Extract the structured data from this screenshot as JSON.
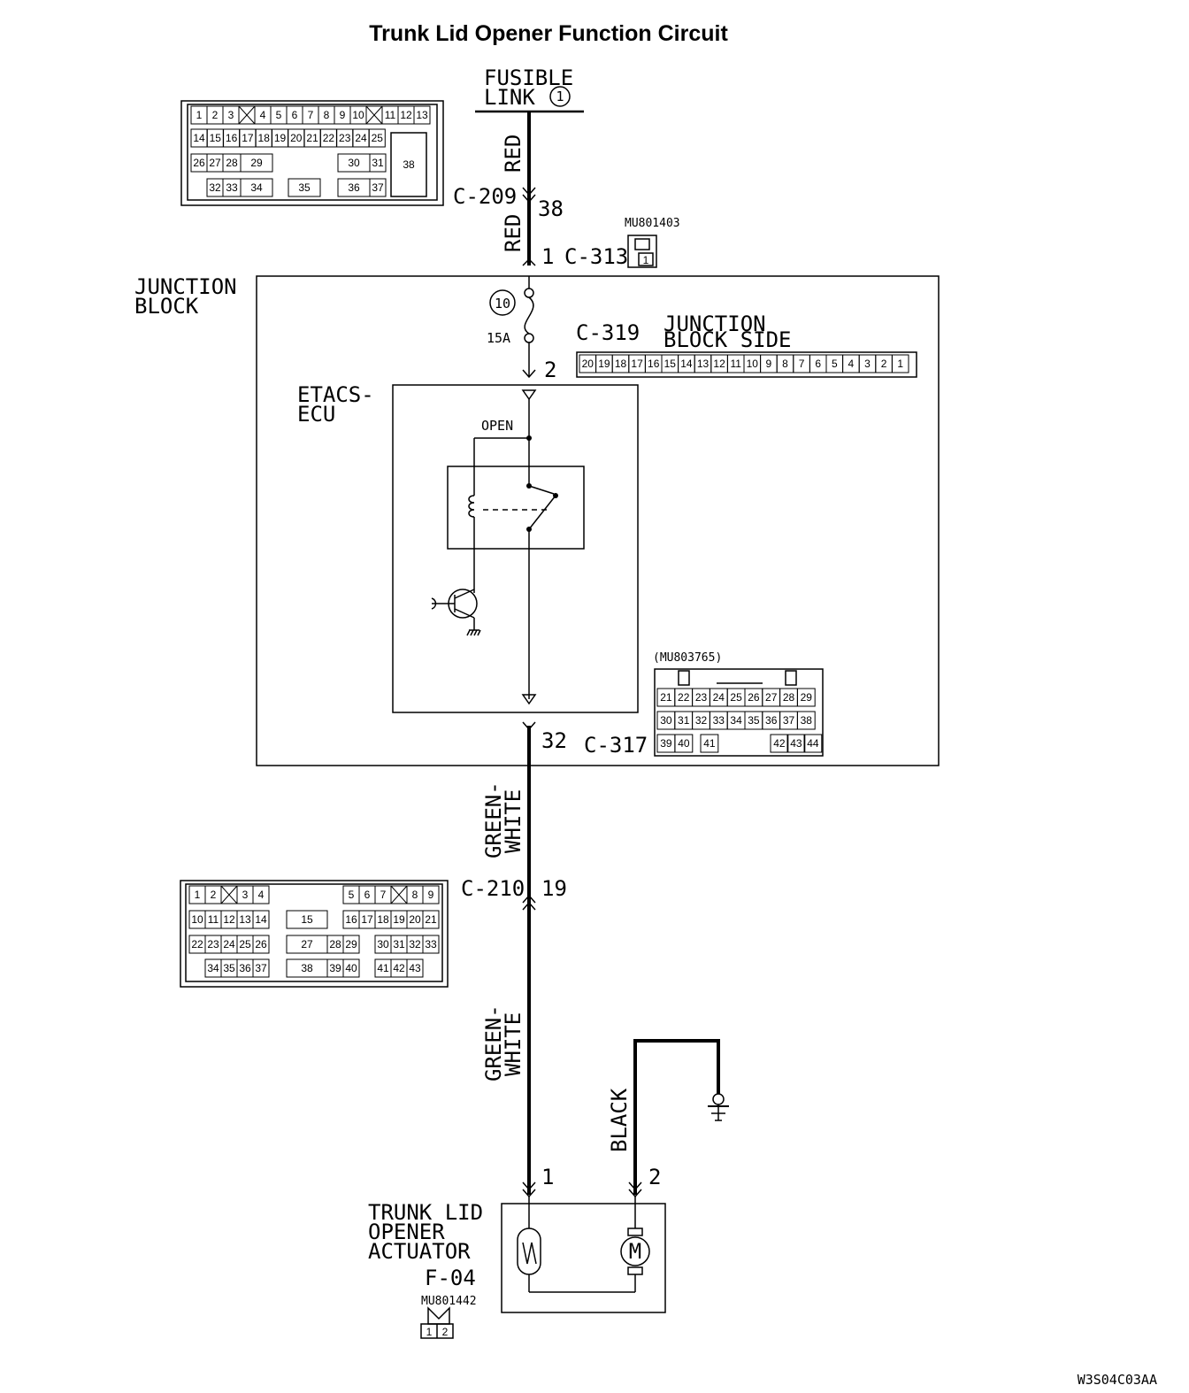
{
  "title": "Trunk Lid Opener Function Circuit",
  "fusible_link": {
    "line1": "FUSIBLE",
    "line2": "LINK",
    "number": "1"
  },
  "wires": {
    "red_upper": "RED",
    "red_lower": "RED",
    "green_upper_1": "GREEN-",
    "green_upper_2": "WHITE",
    "green_lower_1": "GREEN-",
    "green_lower_2": "WHITE",
    "black": "BLACK"
  },
  "connectors": {
    "c209": {
      "name": "C-209",
      "pin": "38"
    },
    "c313": {
      "name": "C-313",
      "pin": "1",
      "part": "MU801403",
      "pins": [
        "1"
      ]
    },
    "c319": {
      "name": "C-319",
      "side_1": "JUNCTION",
      "side_2": "BLOCK SIDE",
      "pin": "2",
      "pins": [
        "20",
        "19",
        "18",
        "17",
        "16",
        "15",
        "14",
        "13",
        "12",
        "11",
        "10",
        "9",
        "8",
        "7",
        "6",
        "5",
        "4",
        "3",
        "2",
        "1"
      ]
    },
    "c317": {
      "name": "C-317",
      "pin": "32",
      "part": "(MU803765)"
    },
    "c210": {
      "name": "C-210",
      "pin": "19"
    },
    "f04": {
      "name": "F-04",
      "part": "MU801442",
      "pin1": "1",
      "pin2": "2",
      "pins": [
        "1",
        "2"
      ]
    }
  },
  "junction_block": {
    "line1": "JUNCTION",
    "line2": "BLOCK",
    "fuse_number": "10",
    "fuse_rating": "15A"
  },
  "etacs": {
    "line1": "ETACS-",
    "line2": "ECU",
    "switch_label": "OPEN"
  },
  "actuator": {
    "line1": "TRUNK LID",
    "line2": "OPENER",
    "line3": "ACTUATOR",
    "motor": "M"
  },
  "c209_face": {
    "row1": [
      "1",
      "2",
      "3",
      "",
      "4",
      "5",
      "6",
      "7",
      "8",
      "9",
      "10",
      "",
      "11",
      "12",
      "13"
    ],
    "row2": [
      "14",
      "15",
      "16",
      "17",
      "18",
      "19",
      "20",
      "21",
      "22",
      "23",
      "24",
      "25"
    ],
    "row3": [
      "26",
      "27",
      "28",
      "29",
      "30",
      "31"
    ],
    "row4": [
      "32",
      "33",
      "34",
      "35",
      "36",
      "37"
    ],
    "side": "38"
  },
  "c317_face": {
    "row1": [
      "21",
      "22",
      "23",
      "24",
      "25",
      "26",
      "27",
      "28",
      "29"
    ],
    "row2": [
      "30",
      "31",
      "32",
      "33",
      "34",
      "35",
      "36",
      "37",
      "38"
    ],
    "row3": [
      "39",
      "40",
      "41",
      "42",
      "43",
      "44"
    ]
  },
  "c210_face": {
    "row1": [
      "1",
      "2",
      "",
      "3",
      "4",
      "5",
      "6",
      "7",
      "",
      "8",
      "9"
    ],
    "row2": [
      "10",
      "11",
      "12",
      "13",
      "14",
      "15",
      "16",
      "17",
      "18",
      "19",
      "20",
      "21"
    ],
    "row3": [
      "22",
      "23",
      "24",
      "25",
      "26",
      "27",
      "28",
      "29",
      "30",
      "31",
      "32",
      "33"
    ],
    "row4": [
      "34",
      "35",
      "36",
      "37",
      "38",
      "39",
      "40",
      "41",
      "42",
      "43"
    ]
  },
  "figure_code": "W3S04C03AA"
}
